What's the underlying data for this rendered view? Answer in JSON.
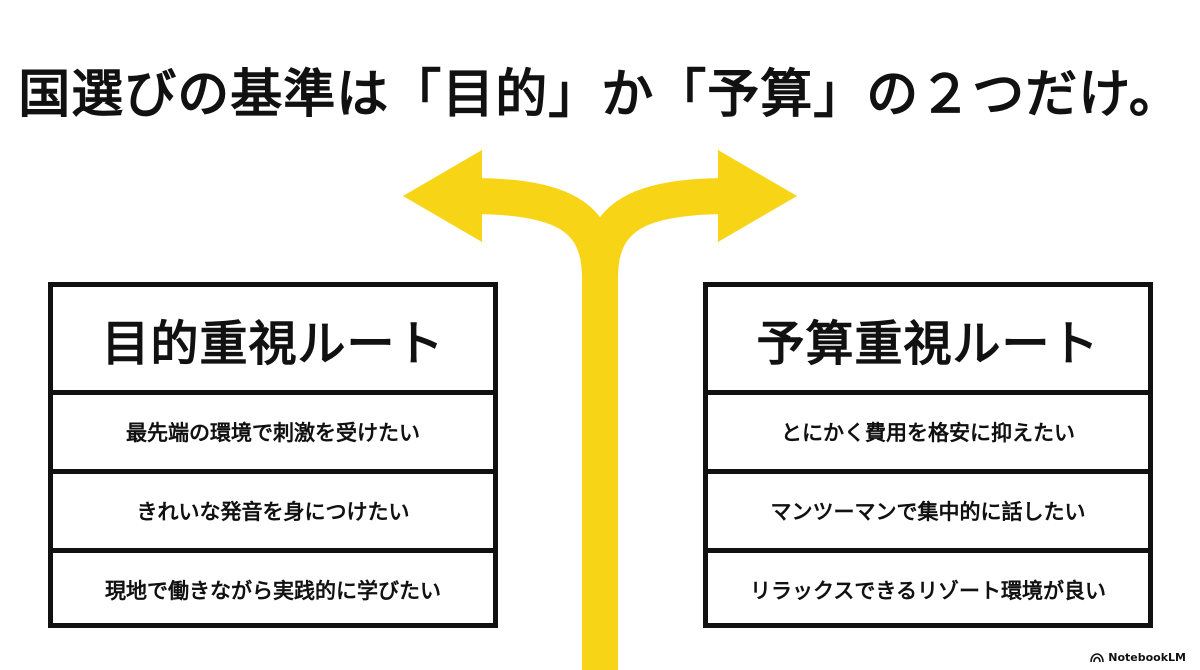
{
  "title": "国選びの基準は「目的」か「予算」の２つだけ。",
  "colors": {
    "arrow": "#F8D416",
    "border": "#111111",
    "text": "#111111"
  },
  "left_route": {
    "heading": "目的重視ルート",
    "items": [
      "最先端の環境で刺激を受けたい",
      "きれいな発音を身につけたい",
      "現地で働きながら実践的に学びたい"
    ]
  },
  "right_route": {
    "heading": "予算重視ルート",
    "items": [
      "とにかく費用を格安に抑えたい",
      "マンツーマンで集中的に話したい",
      "リラックスできるリゾート環境が良い"
    ]
  },
  "branding": {
    "label": "NotebookLM",
    "icon": "notebooklm-logo-icon"
  }
}
